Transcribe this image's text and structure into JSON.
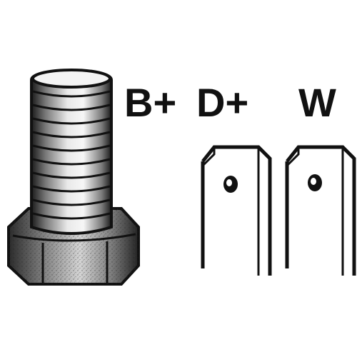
{
  "diagram": {
    "labels": {
      "b_plus": "B+",
      "d_plus": "D+",
      "w": "W"
    },
    "parts": {
      "bolt": "threaded-stud-terminal-icon",
      "d_plus_terminal": "flat-spade-terminal-icon",
      "w_terminal": "flat-spade-terminal-icon"
    },
    "colors": {
      "ink": "#111111",
      "background": "#ffffff"
    }
  }
}
